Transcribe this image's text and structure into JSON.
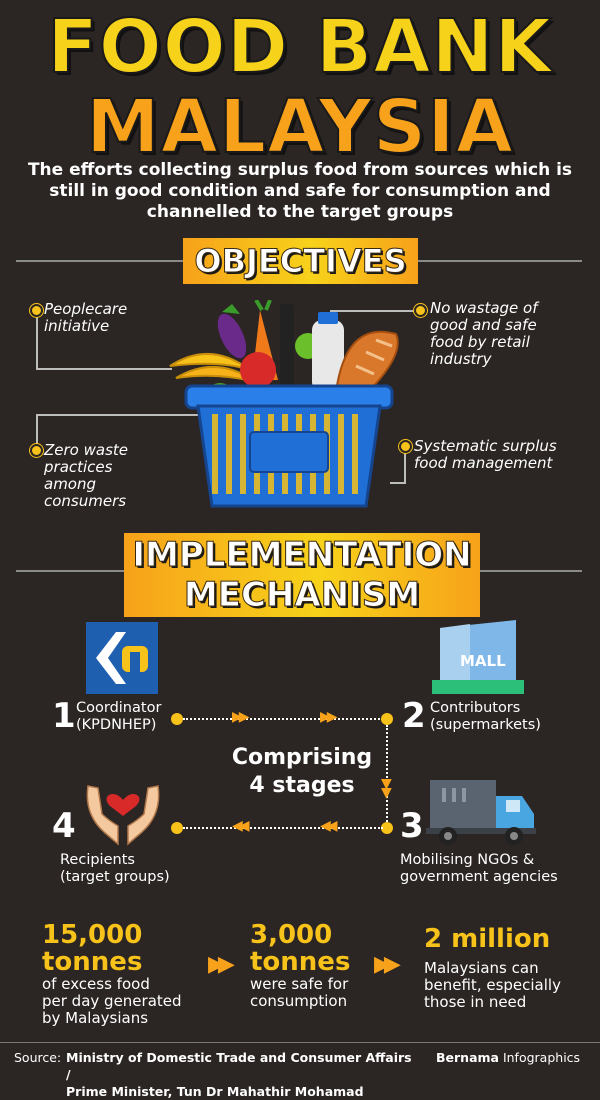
{
  "title_line1": "FOOD BANK",
  "title_line2": "MALAYSIA",
  "subtitle": "The efforts collecting surplus food from sources which is still in good condition and safe for consumption and channelled to the target groups",
  "objectives": {
    "heading": "OBJECTIVES",
    "items": [
      "Peoplecare initiative",
      "No wastage of good and safe food by retail industry",
      "Zero waste practices among consumers",
      "Systematic surplus food management"
    ]
  },
  "implementation": {
    "heading_line1": "IMPLEMENTATION",
    "heading_line2": "MECHANISM",
    "center_line1": "Comprising",
    "center_line2": "4 stages",
    "mall_sign": "MALL",
    "steps": [
      {
        "num": "1",
        "line1": "Coordinator",
        "line2": "(KPDNHEP)"
      },
      {
        "num": "2",
        "line1": "Contributors",
        "line2": "(supermarkets)"
      },
      {
        "num": "3",
        "line1": "Mobilising NGOs &",
        "line2": "government agencies"
      },
      {
        "num": "4",
        "line1": "Recipients",
        "line2": "(target groups)"
      }
    ]
  },
  "stats": [
    {
      "big1": "15,000",
      "big2": "tonnes",
      "desc1": "of excess food",
      "desc2": "per day generated",
      "desc3": "by Malaysians"
    },
    {
      "big1": "3,000",
      "big2": "tonnes",
      "desc1": "were safe for",
      "desc2": "consumption"
    },
    {
      "big1": "2 million",
      "desc1": "Malaysians can",
      "desc2": "benefit, especially",
      "desc3": "those in need"
    }
  ],
  "footer": {
    "source_label": "Source:",
    "source_line1": "Ministry of Domestic Trade and Consumer Affairs /",
    "source_line2": "Prime Minister, Tun Dr Mahathir Mohamad",
    "brand_bold": "Bernama",
    "brand_rest": "Infographics"
  },
  "colors": {
    "background": "#2b2523",
    "yellow": "#f7d21a",
    "orange": "#f7a21a",
    "basket_blue": "#1f6fd6"
  }
}
